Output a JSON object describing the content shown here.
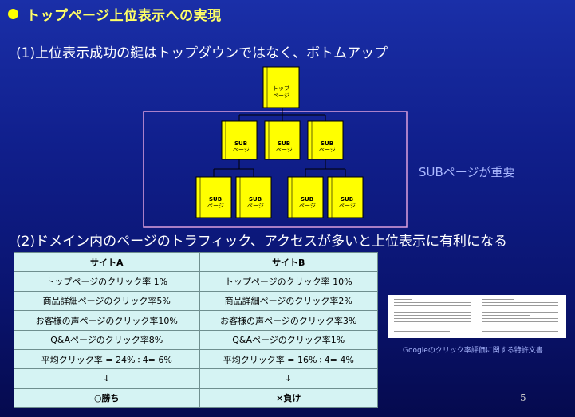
{
  "title": "トップページ上位表示への実現",
  "heading1": "(1)上位表示成功の鍵はトップダウンではなく、ボトムアップ",
  "heading2": "(2)ドメイン内のページのトラフィック、アクセスが多いと上位表示に有利になる",
  "tree": {
    "top": {
      "label1": "トップ",
      "label2": "ページ"
    },
    "sub": {
      "label1": "SUB",
      "label2": "ページ"
    }
  },
  "note": "SUBページが重要",
  "table": {
    "headers": [
      "サイトA",
      "サイトB"
    ],
    "rows": [
      [
        "トップページのクリック率 1%",
        "トップページのクリック率 10%"
      ],
      [
        "商品詳細ページのクリック率5%",
        "商品詳細ページのクリック率2%"
      ],
      [
        "お客様の声ページのクリック率10%",
        "お客様の声ページのクリック率3%"
      ],
      [
        "Q&Aページのクリック率8%",
        "Q&Aページのクリック率1%"
      ],
      [
        "平均クリック率 = 24%÷4= 6%",
        "平均クリック率 = 16%÷4= 4%"
      ],
      [
        "↓",
        "↓"
      ],
      [
        "○勝ち",
        "×負け"
      ]
    ]
  },
  "patent_caption": "Googleのクリック率評価に関する特許文書",
  "page_number": "5",
  "colors": {
    "title": "#ffff66",
    "box_fill": "#ffff00",
    "frame": "#dda0dd",
    "table_bg": "#d5f3f3"
  }
}
